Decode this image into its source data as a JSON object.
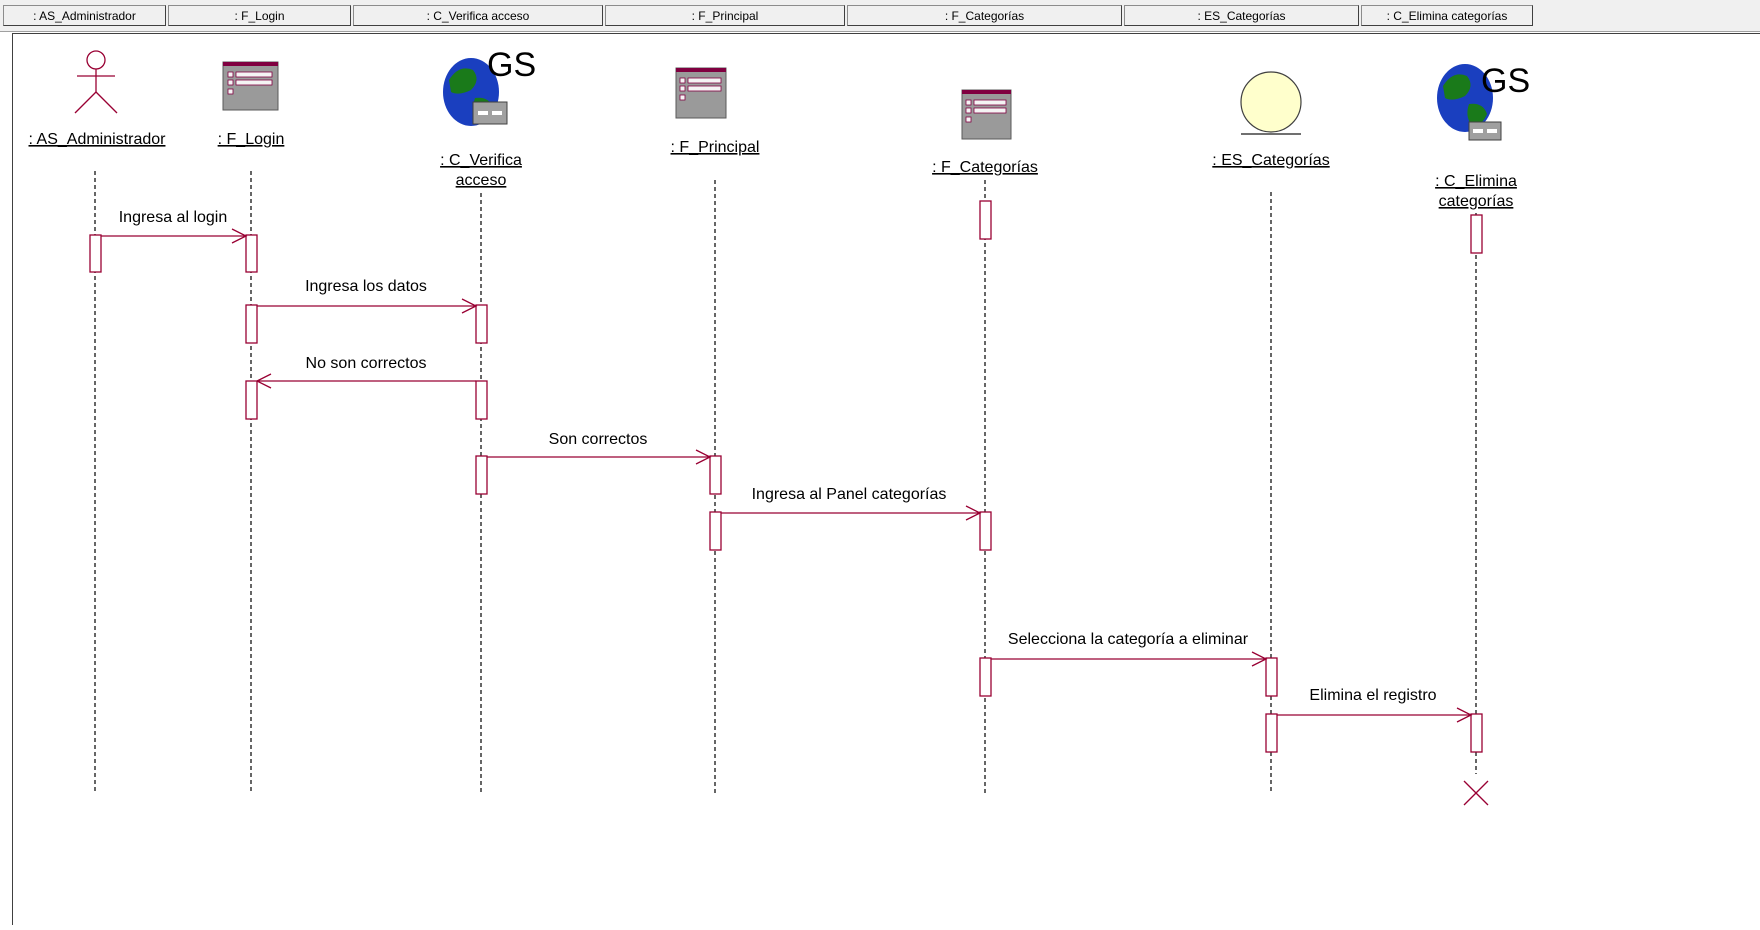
{
  "header": [
    ": AS_Administrador",
    ": F_Login",
    ": C_Verifica acceso",
    ": F_Principal",
    ": F_Categorías",
    ": ES_Categorías",
    ": C_Elimina categorías"
  ],
  "icons": {
    "gs_label": "GS"
  },
  "lifelines": [
    {
      "id": "admin",
      "kind": "actor",
      "label": [
        ": AS_Administrador"
      ]
    },
    {
      "id": "login",
      "kind": "form",
      "label": [
        ": F_Login"
      ]
    },
    {
      "id": "verifica",
      "kind": "control",
      "label": [
        ": C_Verifica",
        "acceso"
      ]
    },
    {
      "id": "principal",
      "kind": "form",
      "label": [
        ": F_Principal"
      ]
    },
    {
      "id": "categorias",
      "kind": "form",
      "label": [
        ": F_Categorías"
      ]
    },
    {
      "id": "es_categorias",
      "kind": "entity",
      "label": [
        ": ES_Categorías"
      ]
    },
    {
      "id": "elimina",
      "kind": "control",
      "label": [
        ": C_Elimina",
        "categorías"
      ]
    }
  ],
  "messages": [
    {
      "from": "admin",
      "to": "login",
      "text": "Ingresa al login"
    },
    {
      "from": "login",
      "to": "verifica",
      "text": "Ingresa los datos"
    },
    {
      "from": "verifica",
      "to": "login",
      "text": "No son correctos"
    },
    {
      "from": "verifica",
      "to": "principal",
      "text": "Son correctos"
    },
    {
      "from": "principal",
      "to": "categorias",
      "text": "Ingresa al Panel categorías"
    },
    {
      "from": "categorias",
      "to": "es_categorias",
      "text": "Selecciona la categoría a eliminar"
    },
    {
      "from": "es_categorias",
      "to": "elimina",
      "text": "Elimina el registro"
    }
  ],
  "colors": {
    "line": "#990033",
    "entity_fill": "#ffffcc",
    "form_frame": "#800040",
    "globe_blue": "#1a3fbf",
    "globe_green": "#1a7a1a"
  }
}
